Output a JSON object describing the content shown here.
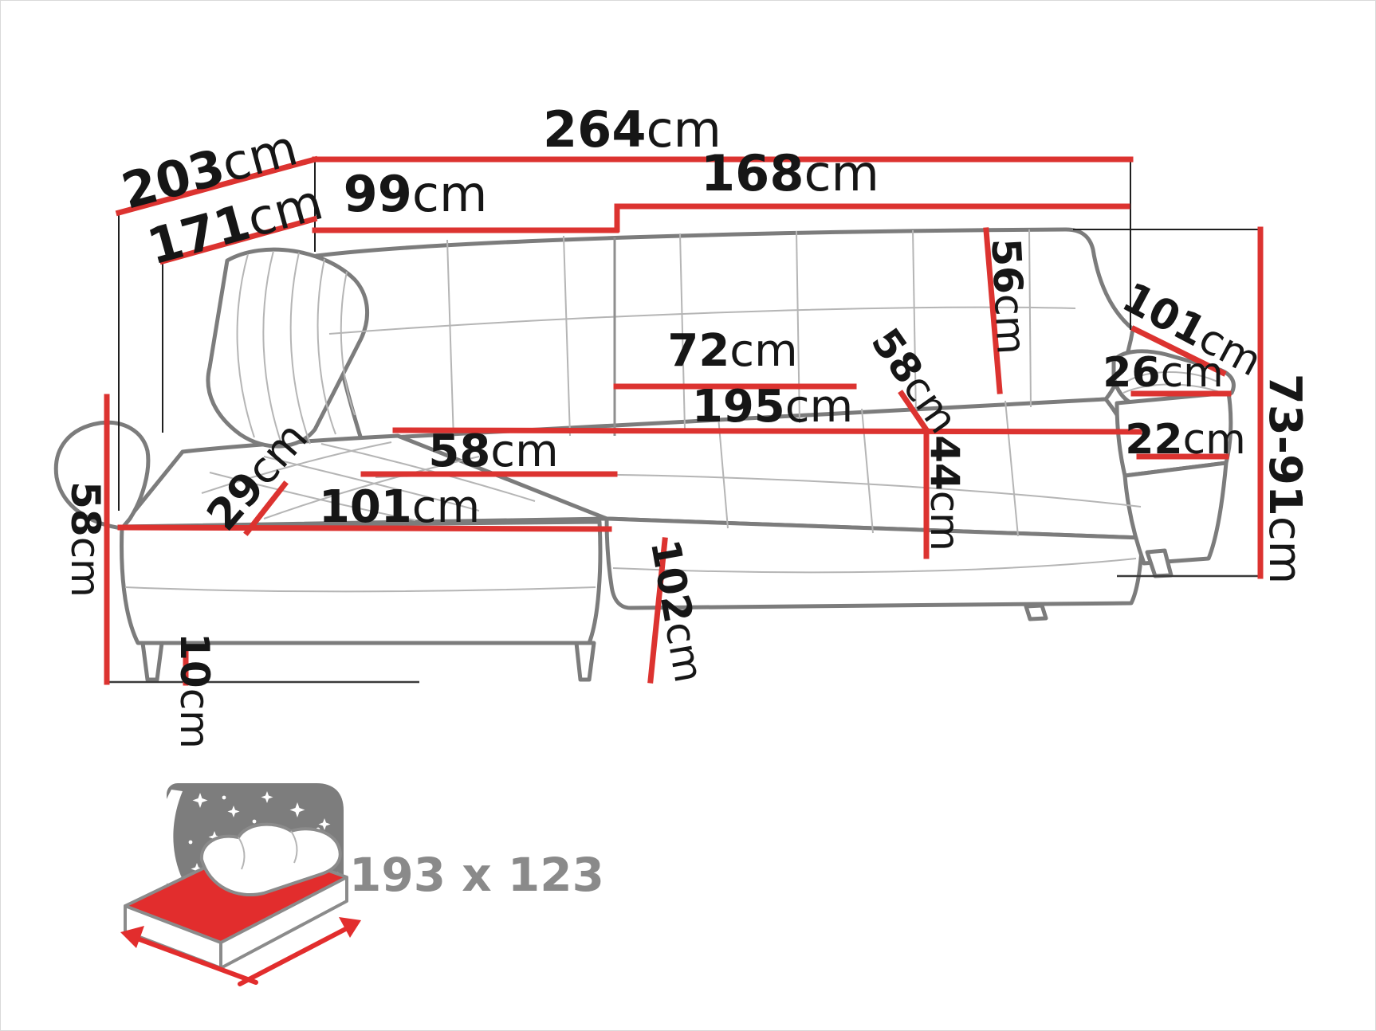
{
  "diagram_type": "corner-sofa-dimension-diagram",
  "measurements": {
    "d203": {
      "num": "203",
      "unit": "cm"
    },
    "d171": {
      "num": "171",
      "unit": "cm"
    },
    "w264": {
      "num": "264",
      "unit": "cm"
    },
    "w168": {
      "num": "168",
      "unit": "cm"
    },
    "w99": {
      "num": "99",
      "unit": "cm"
    },
    "d72": {
      "num": "72",
      "unit": "cm"
    },
    "w195": {
      "num": "195",
      "unit": "cm"
    },
    "w58": {
      "num": "58",
      "unit": "cm"
    },
    "w101": {
      "num": "101",
      "unit": "cm"
    },
    "d29": {
      "num": "29",
      "unit": "cm"
    },
    "h58": {
      "num": "58",
      "unit": "cm"
    },
    "h10": {
      "num": "10",
      "unit": "cm"
    },
    "w102": {
      "num": "102",
      "unit": "cm"
    },
    "h44": {
      "num": "44",
      "unit": "cm"
    },
    "d58": {
      "num": "58",
      "unit": "cm"
    },
    "h56": {
      "num": "56",
      "unit": "cm"
    },
    "a101": {
      "num": "101",
      "unit": "cm"
    },
    "a26": {
      "num": "26",
      "unit": "cm"
    },
    "a22": {
      "num": "22",
      "unit": "cm"
    },
    "h7391": {
      "num": "73-91",
      "unit": "cm"
    }
  },
  "sleeping_area": {
    "label": "193 x 123"
  },
  "colors": {
    "dimension_red": "#dc3330",
    "label_black": "#161616",
    "outline_gray": "#7c7c7c",
    "seam_gray": "#b5b5b5",
    "icon_gray": "#7d7d7d",
    "bed_red": "#e22d2d",
    "text_gray": "#8a8a8a",
    "background": "#ffffff"
  }
}
